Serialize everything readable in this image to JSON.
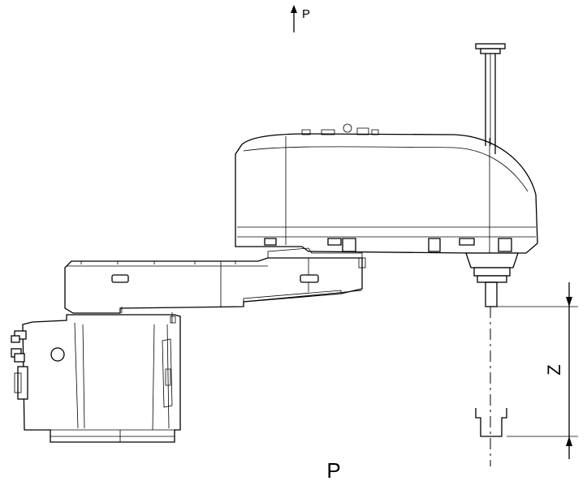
{
  "labels": {
    "view_arrow_top": "P",
    "view_title_bottom": "P",
    "stroke_dimension": "Z"
  }
}
